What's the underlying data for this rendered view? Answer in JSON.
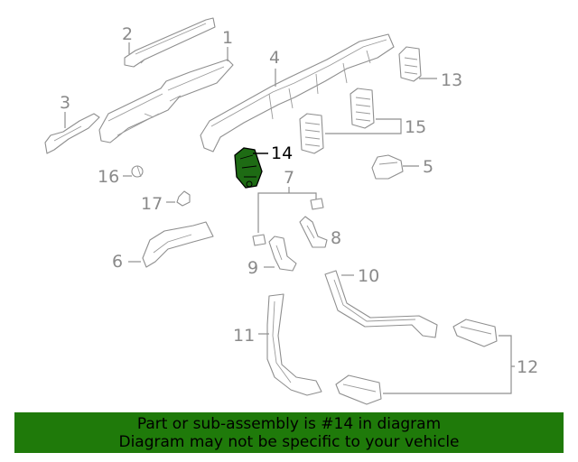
{
  "labels": {
    "l1": "1",
    "l2": "2",
    "l3": "3",
    "l4": "4",
    "l5": "5",
    "l6": "6",
    "l7": "7",
    "l8": "8",
    "l9": "9",
    "l10": "10",
    "l11": "11",
    "l12": "12",
    "l13": "13",
    "l14": "14",
    "l15": "15",
    "l16": "16",
    "l17": "17"
  },
  "banner": {
    "line1": "Part or sub-assembly is #14 in diagram",
    "line2": "Diagram may not be specific to your vehicle"
  },
  "colors": {
    "banner_bg": "#1f7a0a",
    "highlight_part": "#1e6b14",
    "line_gray": "#8f8f8f"
  }
}
